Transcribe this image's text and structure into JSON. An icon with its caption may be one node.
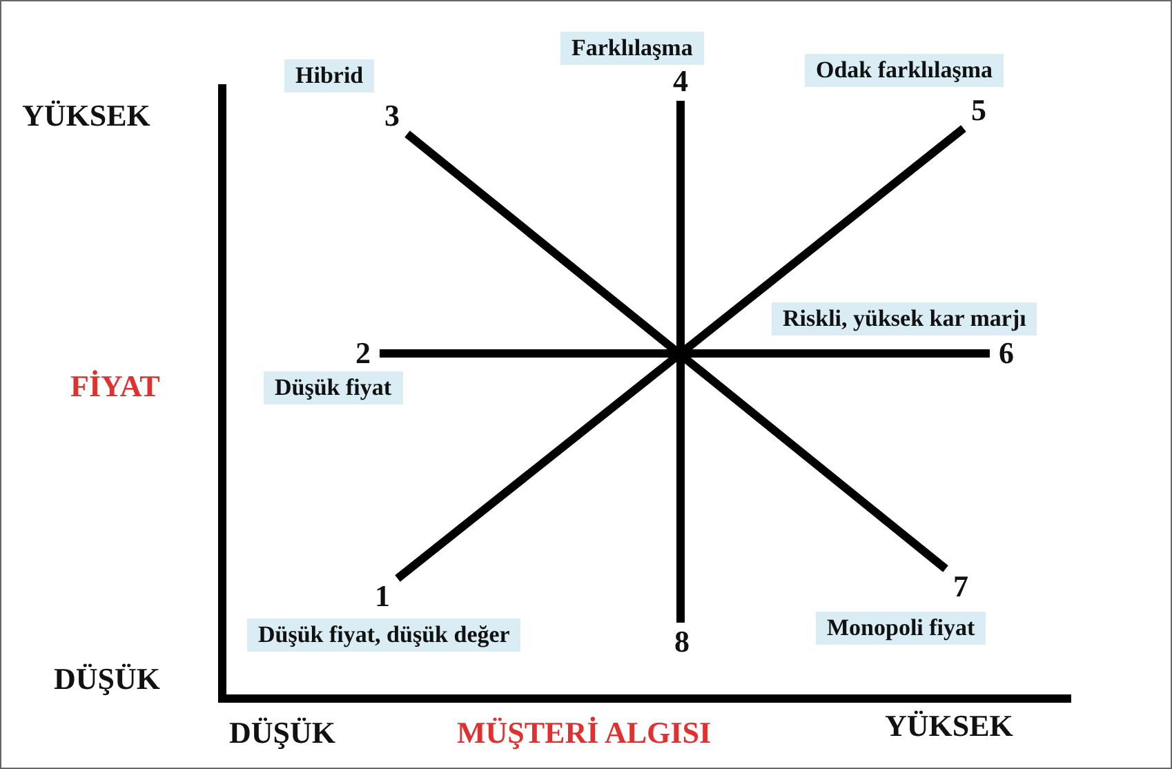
{
  "diagram": {
    "nodes": [
      {
        "text": [
          "4"
        ],
        "beside": [
          "Farklılaşma"
        ]
      },
      {
        "text": [
          "3"
        ],
        "beside": [
          "Hibrid"
        ]
      },
      {
        "text": [
          "5"
        ],
        "beside": [
          "Odak farklılaşma"
        ]
      },
      {
        "text": [
          "2"
        ],
        "beside": [
          "Düşük fiyat"
        ]
      },
      {
        "text": [
          "6"
        ],
        "beside": [
          "Riskli, yüksek kar marjı"
        ]
      },
      {
        "text": [
          "1"
        ],
        "beside": [
          "Düşük fiyat, düşük değer"
        ]
      },
      {
        "text": [
          "7"
        ],
        "beside": [
          "Monopoli fiyat"
        ]
      },
      {
        "text": [
          "8"
        ]
      }
    ],
    "edges": [
      {
        "from": 1,
        "to": 6,
        "arrow": "none"
      },
      {
        "from": 0,
        "to": 7,
        "arrow": "none"
      },
      {
        "from": 2,
        "to": 5,
        "arrow": "none"
      },
      {
        "from": 3,
        "to": 4,
        "arrow": "none"
      }
    ],
    "labels": [
      "YÜKSEK",
      "FİYAT",
      "DÜŞÜK",
      "DÜŞÜK",
      "MÜŞTERİ ALGISI",
      "YÜKSEK"
    ]
  }
}
